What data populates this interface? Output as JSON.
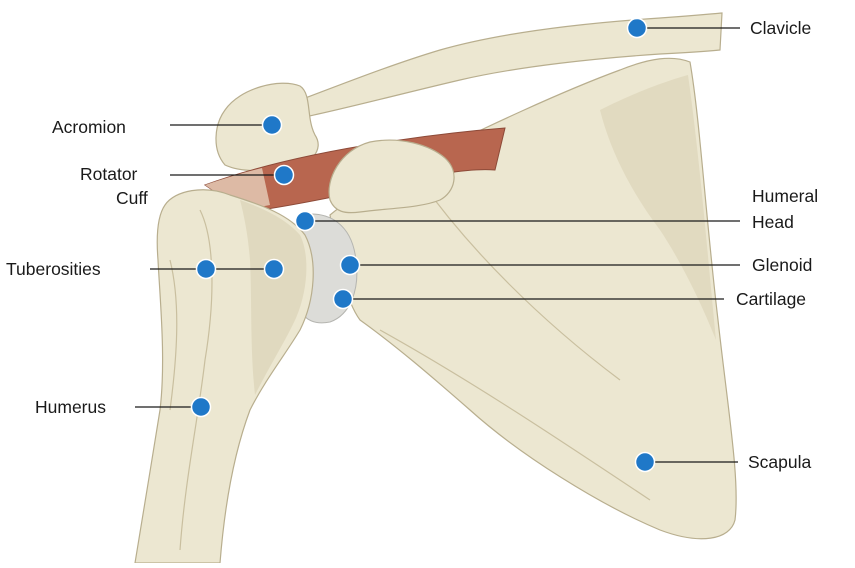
{
  "colors": {
    "marker": "#1f78c8",
    "bone": "#ece7d1",
    "bone_shadow": "#d8d0b2",
    "bone_outline": "#b8ae8e",
    "muscle": "#b8664f",
    "cartilage": "#dcdcd8"
  },
  "labels": {
    "clavicle": "Clavicle",
    "acromion": "Acromion",
    "rotator_cuff_line1": "Rotator",
    "rotator_cuff_line2": "Cuff",
    "humeral_head_line1": "Humeral",
    "humeral_head_line2": "Head",
    "tuberosities": "Tuberosities",
    "glenoid": "Glenoid",
    "cartilage": "Cartilage",
    "humerus": "Humerus",
    "scapula": "Scapula"
  }
}
